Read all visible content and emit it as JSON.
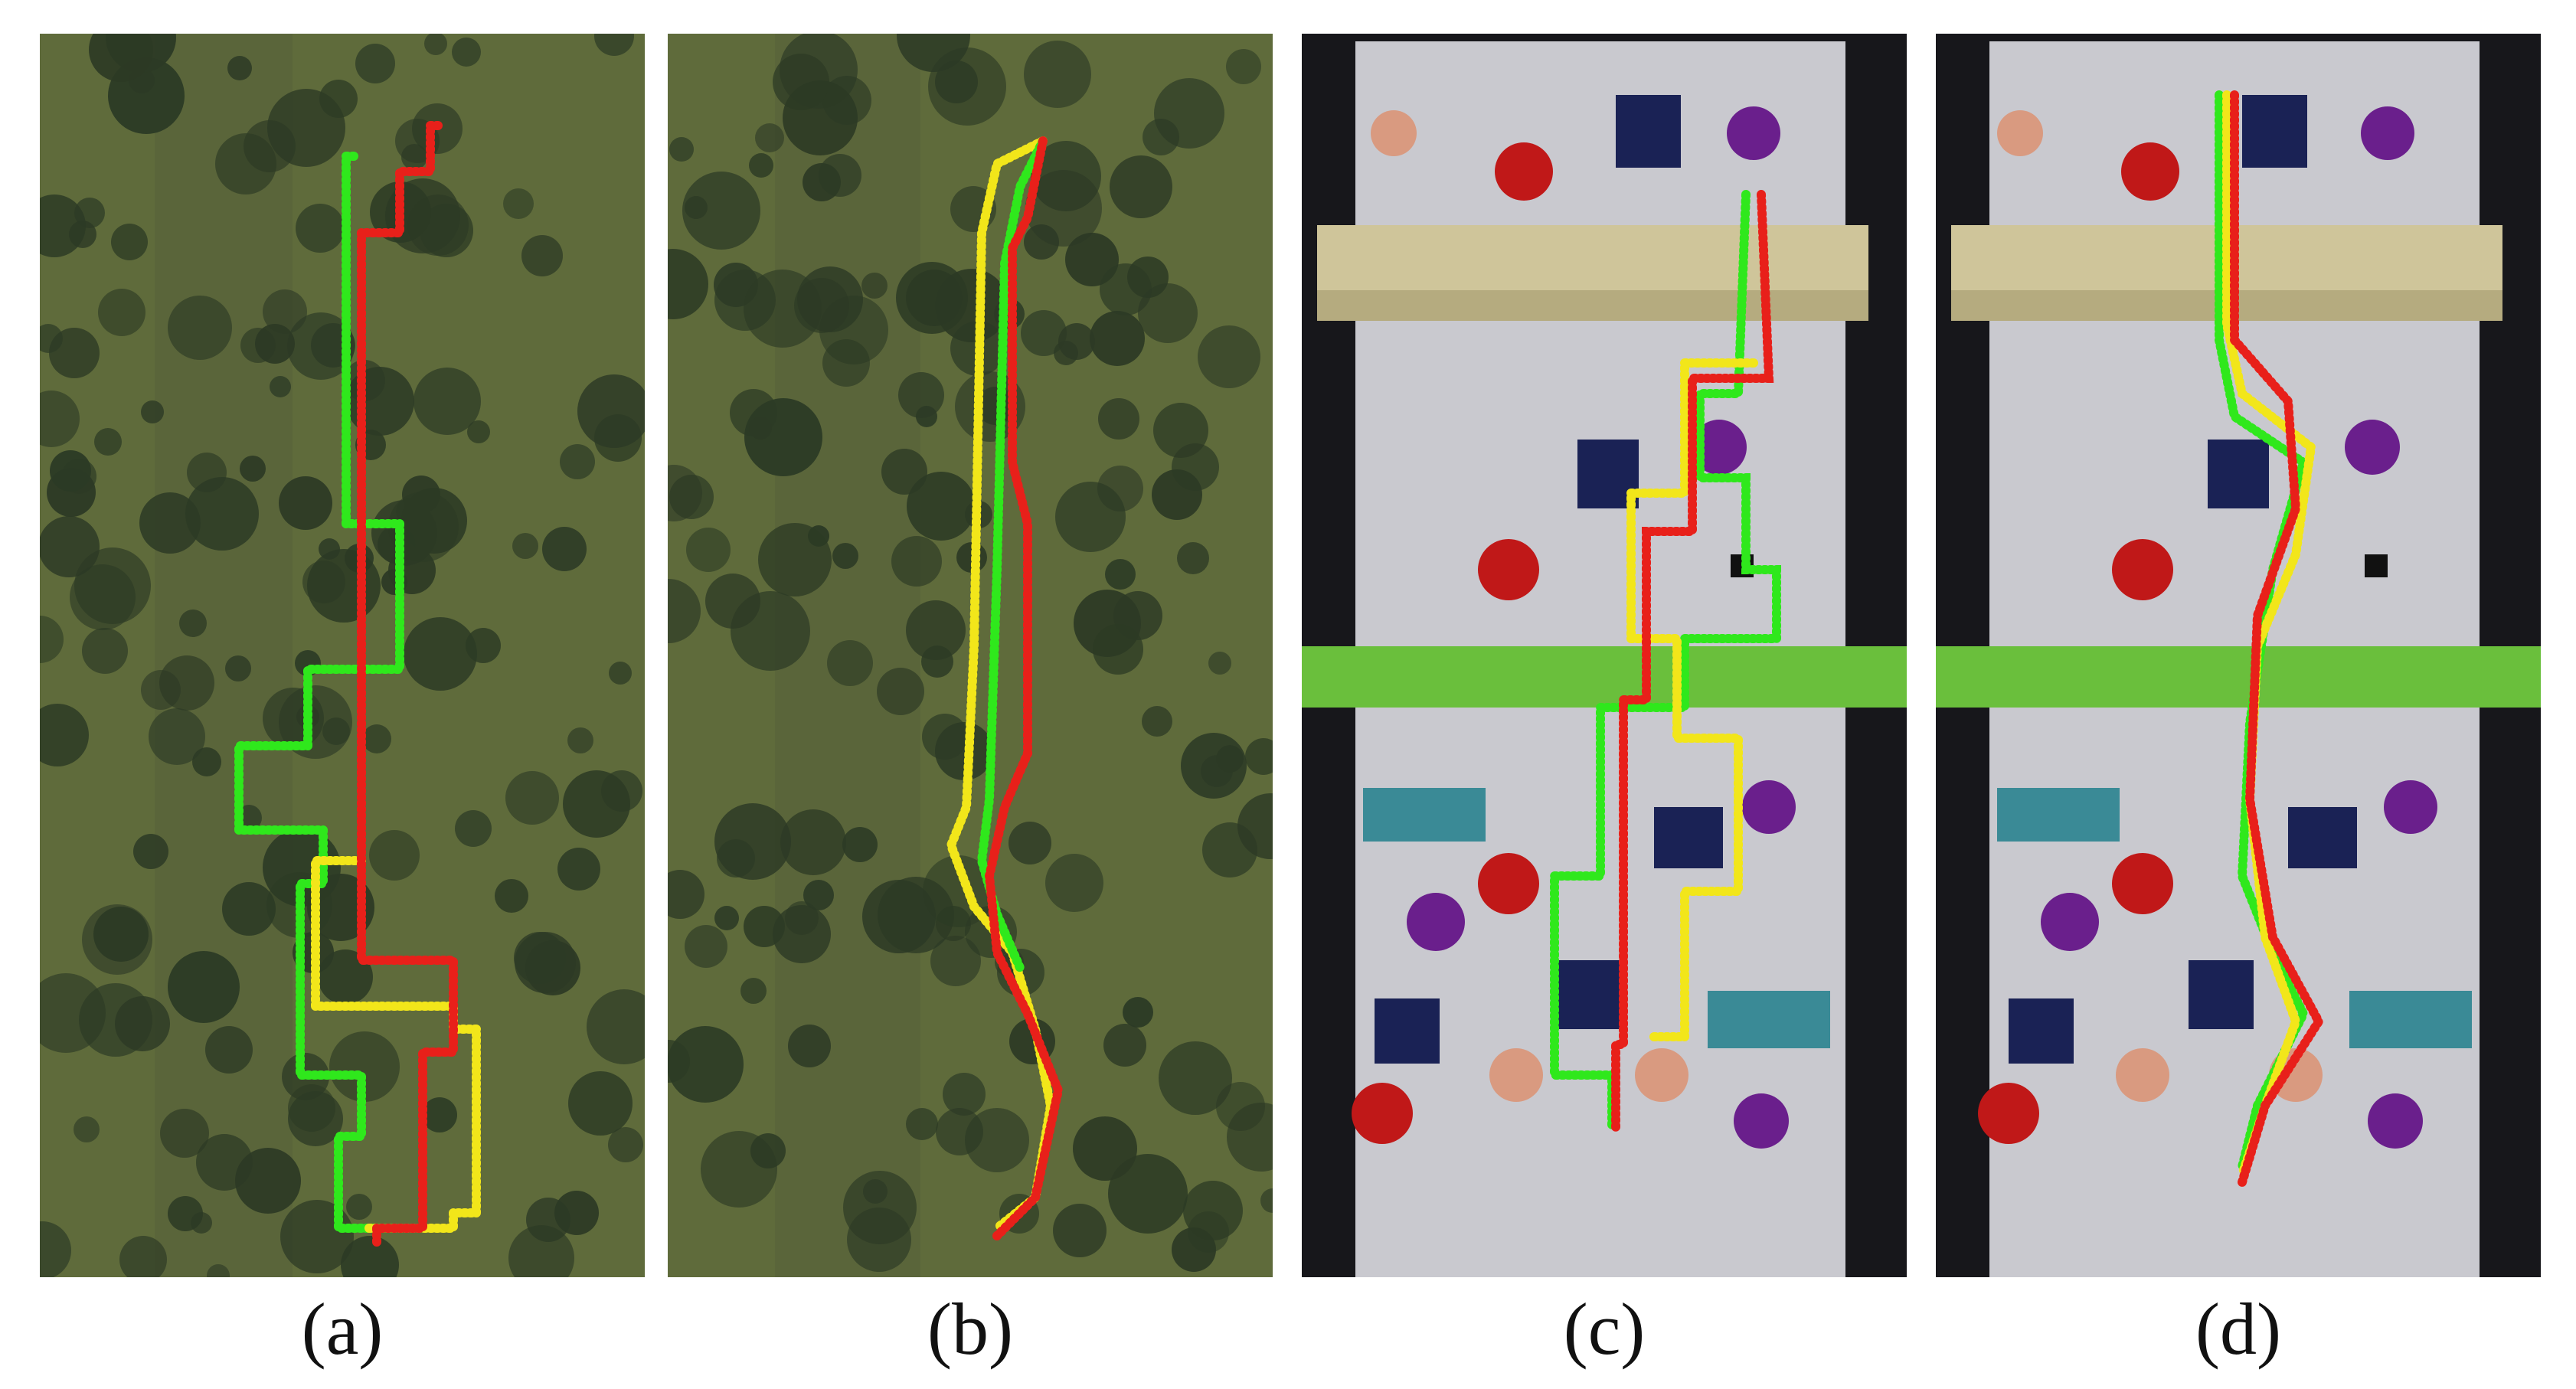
{
  "figure": {
    "panels": [
      {
        "id": "a",
        "caption": "(a)",
        "scene": "forest-aerial"
      },
      {
        "id": "b",
        "caption": "(b)",
        "scene": "forest-aerial"
      },
      {
        "id": "c",
        "caption": "(c)",
        "scene": "indoor-obstacle-course"
      },
      {
        "id": "d",
        "caption": "(d)",
        "scene": "indoor-obstacle-course"
      }
    ],
    "trajectory_colors": {
      "red": "#e8201a",
      "green": "#2fe81c",
      "yellow": "#f2e61a"
    },
    "scene_colors": {
      "grass": "#5f6b3b",
      "tree": "#2c3a25",
      "floor": "#c9c9cf",
      "wall": "#17171b",
      "beam": "#cfc59a",
      "green_bar": "#6abf3c",
      "sphere_purple": "#6a1f8c",
      "cylinder_red": "#c01818",
      "cube_navy": "#1a2255",
      "slab_teal": "#3a8a96",
      "cone_peach": "#d99a80"
    }
  }
}
